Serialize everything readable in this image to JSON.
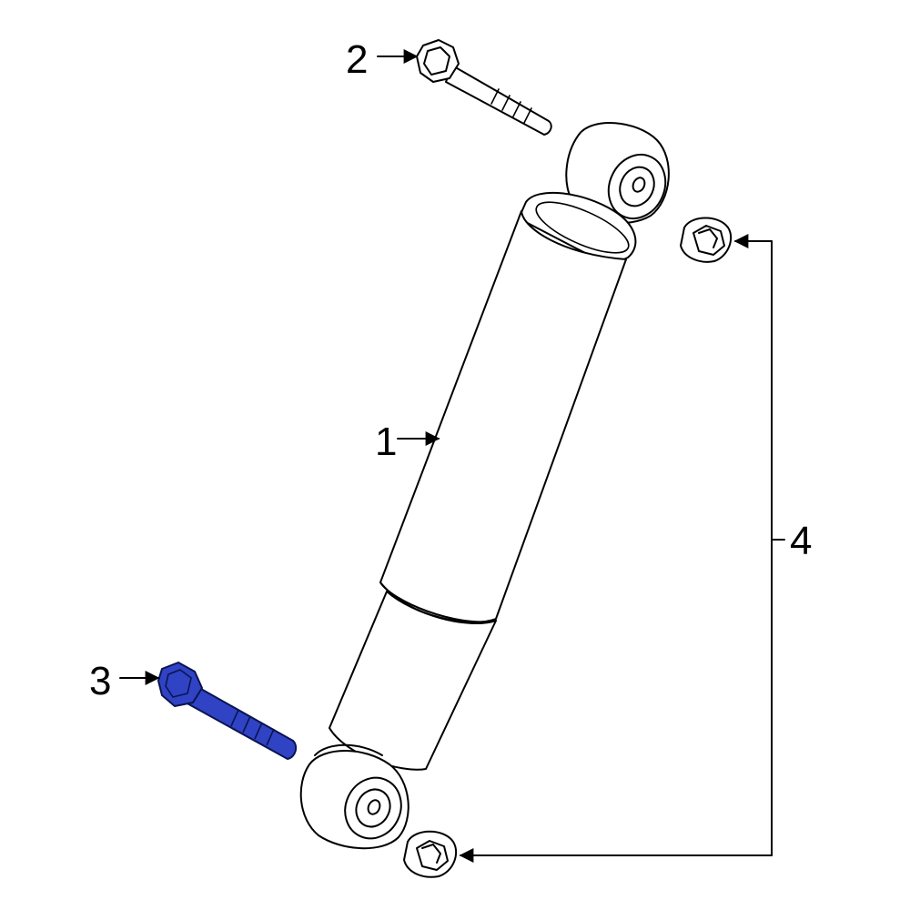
{
  "callouts": {
    "c1": "1",
    "c2": "2",
    "c3": "3",
    "c4": "4"
  },
  "colors": {
    "highlight": "#2f43c4",
    "line": "#000000",
    "background": "#ffffff"
  },
  "highlighted_part": "3"
}
